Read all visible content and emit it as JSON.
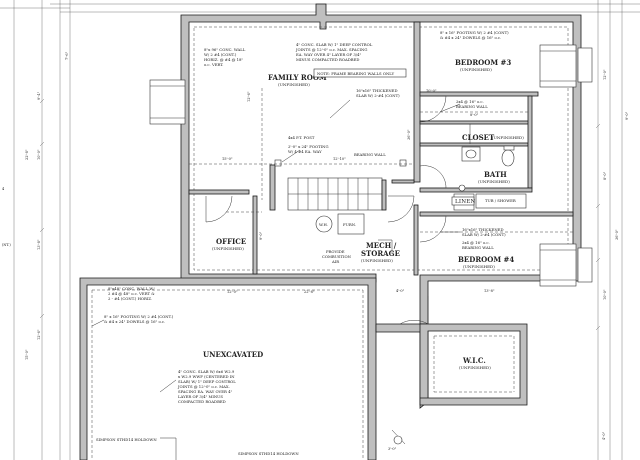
{
  "rooms": {
    "family_room": {
      "name": "FAMILY ROOM",
      "sub": "(UNFINISHED)"
    },
    "bedroom3": {
      "name": "BEDROOM #3",
      "sub": "(UNFINISHED)"
    },
    "bedroom4": {
      "name": "BEDROOM #4",
      "sub": "(UNFINISHED)"
    },
    "closet": {
      "name": "CLOSET",
      "sub": "(UNFINISHED)"
    },
    "bath": {
      "name": "BATH",
      "sub": "(UNFINISHED)"
    },
    "office": {
      "name": "OFFICE",
      "sub": "(UNFINISHED)"
    },
    "mech1": {
      "name": "MECH /"
    },
    "mech2": {
      "name": "STORAGE",
      "sub": "(UNFINISHED)"
    },
    "unexcavated": {
      "name": "UNEXCAVATED"
    },
    "wic": {
      "name": "W.I.C.",
      "sub": "(UNFINISHED)"
    }
  },
  "fixtures": {
    "linen": "LINEN",
    "tub": "TUB / SHOWER",
    "wh": "W.H.",
    "furn": "FURN.",
    "combustion": [
      "PROVIDE",
      "COMBUSTION",
      "AIR"
    ]
  },
  "notes": {
    "beam_note": "NOTE: FRAME BEARING WALLS ONLY",
    "slab": [
      "4\" CONC. SLAB W/ 1\" DEEP CONTROL",
      "JOINTS @ 12'-0\" o.c. MAX. SPACING",
      "EA. WAY OVER 4\" LAYER OF 3/4\"",
      "MINUS COMPACTED ROADBED"
    ],
    "conc_wall_top": [
      "8\"x 96\" CONC. WALL",
      "W/ 2 #4 (CONT.)",
      "HORIZ. @ #4 @ 18\"",
      "o.c. VERT."
    ],
    "footing_top": [
      "8\" x 16\" FOOTING W/ 2 #4 (CONT)",
      "& #4 x 24\" DOWELS @ 16\" o.c."
    ],
    "thickened_slab_top": [
      "16\"x16\" THICKENED",
      "SLAB W/ 2-#4 (CONT)"
    ],
    "bearing_wall_top": [
      "2x4 @ 16\" o.c.",
      "BEARING WALL"
    ],
    "pt_post": "4x4 P.T. POST",
    "post_footing": [
      "2'-0\" x 24\" FOOTING",
      "W/ 4-#4 EA. WAY"
    ],
    "bearing_wall_mid": "BEARING WALL",
    "thickened_slab_right": [
      "16\"x16\" THICKENED",
      "SLAB W/ 2-#4 (CONT)"
    ],
    "bearing_wall_right": [
      "2x4 @ 16\" o.c.",
      "BEARING WALL"
    ],
    "conc_wall_left": [
      "8\"x48\" CONC. WALL W/",
      "2 #4 @ 48\" o.c. VERT &",
      "2 - #4 (CONT.) HORIZ."
    ],
    "footing_left": [
      "8\" x 16\" FOOTING W/ 2 #4 (CONT.)",
      "& #4 x 24\" DOWELS @ 16\" o.c."
    ],
    "unexcav_slab": [
      "4\" CONC. SLAB W/ 6x6 W2.9",
      "x W2.9 WWF (CENTERED IN",
      "SLAB) W/ 1\" DEEP CONTROL",
      "JOINTS @ 12'-0\" o.c. MAX.",
      "SPACING EA. WAY OVER 4\"",
      "LAYER OF 3/4\" MINUS",
      "COMPACTED ROADBED"
    ],
    "holdown1": "SIMPSON STHD14 HOLDOWN",
    "holdown2": "SIMPSON STHD14 HOLDOWN"
  },
  "dims": {
    "d1": "15'-0\"",
    "d2": "12'-10\"",
    "d3": "12'-0\"",
    "d4": "22'-8\"",
    "d5": "4'-0\"",
    "d6": "13'-8\"",
    "d7": "10'-0\"",
    "d8": "8'-0\"",
    "d9": "12'-6\"",
    "d10": "9'-0\"",
    "d11": "36'-0\"",
    "d12": "3'-0\""
  },
  "colors": {
    "wall_fill": "#bfbfbf",
    "line": "#1a1a1a"
  }
}
